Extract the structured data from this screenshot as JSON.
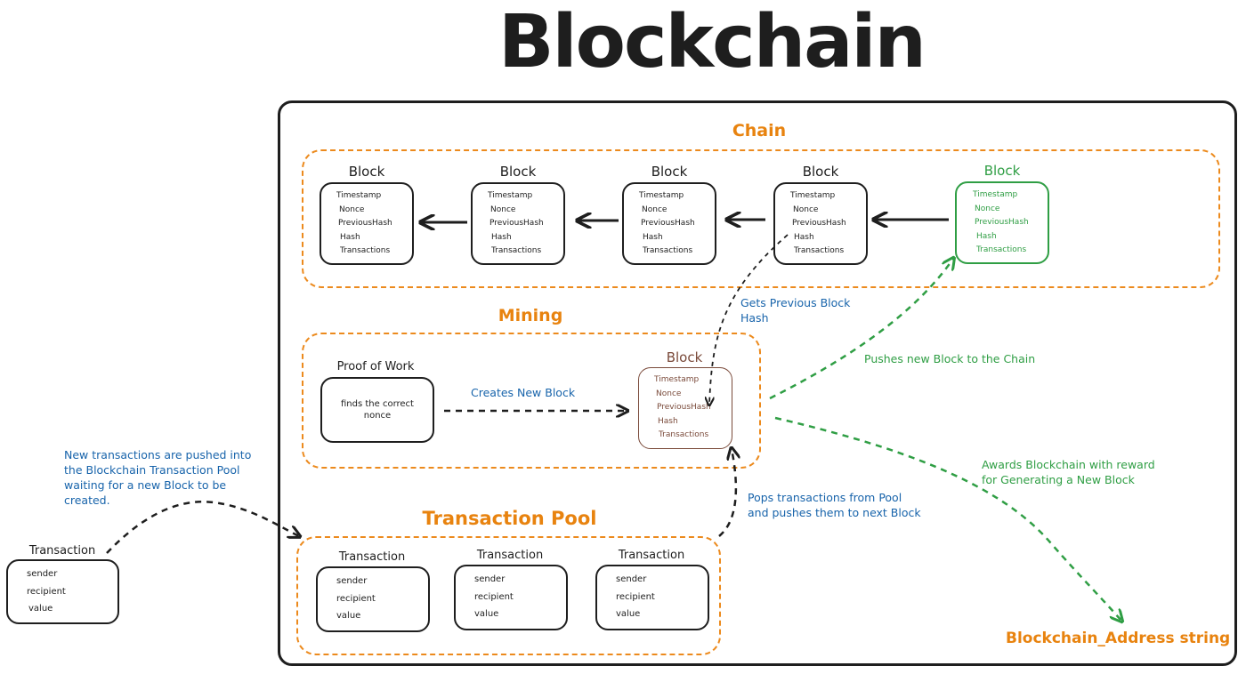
{
  "title": "Blockchain",
  "chain": {
    "label": "Chain",
    "blocks": [
      {
        "title": "Block",
        "fields": [
          "Timestamp",
          "Nonce",
          "PreviousHash",
          "Hash",
          "Transactions"
        ]
      },
      {
        "title": "Block",
        "fields": [
          "Timestamp",
          "Nonce",
          "PreviousHash",
          "Hash",
          "Transactions"
        ]
      },
      {
        "title": "Block",
        "fields": [
          "Timestamp",
          "Nonce",
          "PreviousHash",
          "Hash",
          "Transactions"
        ]
      },
      {
        "title": "Block",
        "fields": [
          "Timestamp",
          "Nonce",
          "PreviousHash",
          "Hash",
          "Transactions"
        ]
      },
      {
        "title": "Block",
        "fields": [
          "Timestamp",
          "Nonce",
          "PreviousHash",
          "Hash",
          "Transactions"
        ]
      }
    ]
  },
  "mining": {
    "label": "Mining",
    "proof_of_work": {
      "title": "Proof of Work",
      "body": "finds the correct nonce"
    },
    "new_block": {
      "title": "Block",
      "fields": [
        "Timestamp",
        "Nonce",
        "PreviousHash",
        "Hash",
        "Transactions"
      ]
    },
    "creates_label": "Creates New Block"
  },
  "transaction_pool": {
    "label": "Transaction Pool",
    "transactions": [
      {
        "title": "Transaction",
        "fields": [
          "sender",
          "recipient",
          "value"
        ]
      },
      {
        "title": "Transaction",
        "fields": [
          "sender",
          "recipient",
          "value"
        ]
      },
      {
        "title": "Transaction",
        "fields": [
          "sender",
          "recipient",
          "value"
        ]
      }
    ]
  },
  "incoming_transaction": {
    "title": "Transaction",
    "fields": [
      "sender",
      "recipient",
      "value"
    ]
  },
  "annotations": {
    "new_transactions": [
      "New transactions are pushed into",
      "the Blockchain Transaction Pool",
      "waiting for a new Block to be",
      "created."
    ],
    "gets_previous_hash": [
      "Gets Previous Block",
      "Hash"
    ],
    "pushes_new_block": "Pushes new Block to the Chain",
    "pops_transactions": [
      "Pops transactions from Pool",
      "and pushes them to next Block"
    ],
    "awards": [
      "Awards Blockchain with reward",
      "for Generating a New Block"
    ],
    "address": "Blockchain_Address string"
  },
  "colors": {
    "ink": "#1e1e1e",
    "orange": "#e8830f",
    "blue": "#1864ab",
    "green": "#2f9e44",
    "brown": "#7a4a3a"
  }
}
